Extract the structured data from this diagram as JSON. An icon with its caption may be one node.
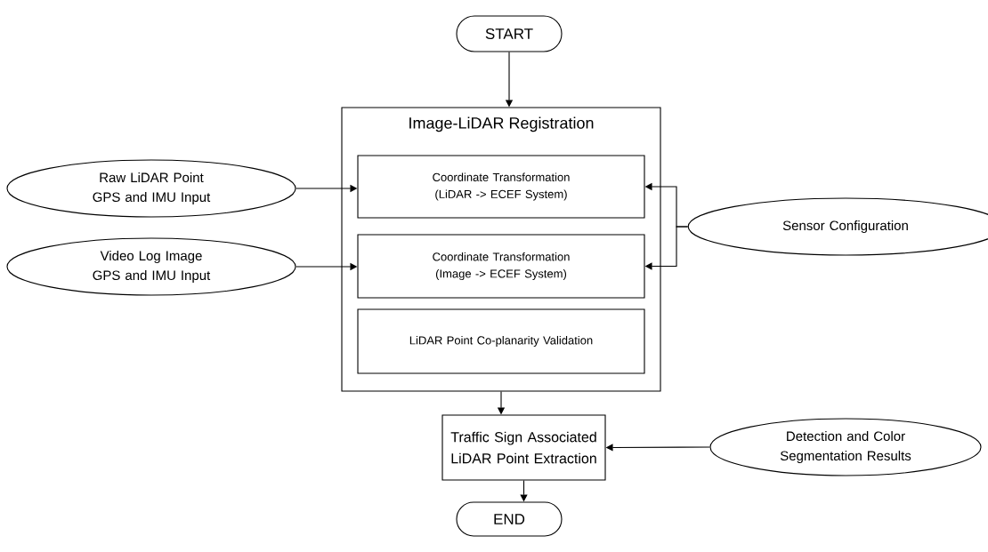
{
  "diagram": {
    "nodes": [
      {
        "text": [
          "START"
        ]
      },
      {
        "text": [
          "Image-LiDAR Registration"
        ]
      },
      {
        "text": [
          "Coordinate Transformation (LiDAR -> ECEF System)"
        ],
        "in": 1
      },
      {
        "text": [
          "Coordinate Transformation (Image -> ECEF System)"
        ],
        "in": 1
      },
      {
        "text": [
          "LiDAR Point Co-planarity Validation"
        ],
        "in": 1
      },
      {
        "text": [
          "Raw LiDAR Point GPS and IMU Input"
        ]
      },
      {
        "text": [
          "Video Log Image GPS and IMU Input"
        ]
      },
      {
        "text": [
          "Sensor Configuration"
        ]
      },
      {
        "text": [
          "Traffic Sign Associated LiDAR Point Extraction"
        ]
      },
      {
        "text": [
          "Detection and Color Segmentation Results"
        ]
      },
      {
        "text": [
          "END"
        ]
      }
    ],
    "edges": [
      {
        "from": 0,
        "to": 1,
        "arrow": "to"
      },
      {
        "from": 5,
        "to": 2,
        "arrow": "to"
      },
      {
        "from": 6,
        "to": 3,
        "arrow": "to"
      },
      {
        "from": 7,
        "to": 2,
        "arrow": "to"
      },
      {
        "from": 7,
        "to": 3,
        "arrow": "to"
      },
      {
        "from": 1,
        "to": 8,
        "arrow": "to"
      },
      {
        "from": 9,
        "to": 8,
        "arrow": "to"
      },
      {
        "from": 8,
        "to": 10,
        "arrow": "to"
      }
    ]
  }
}
